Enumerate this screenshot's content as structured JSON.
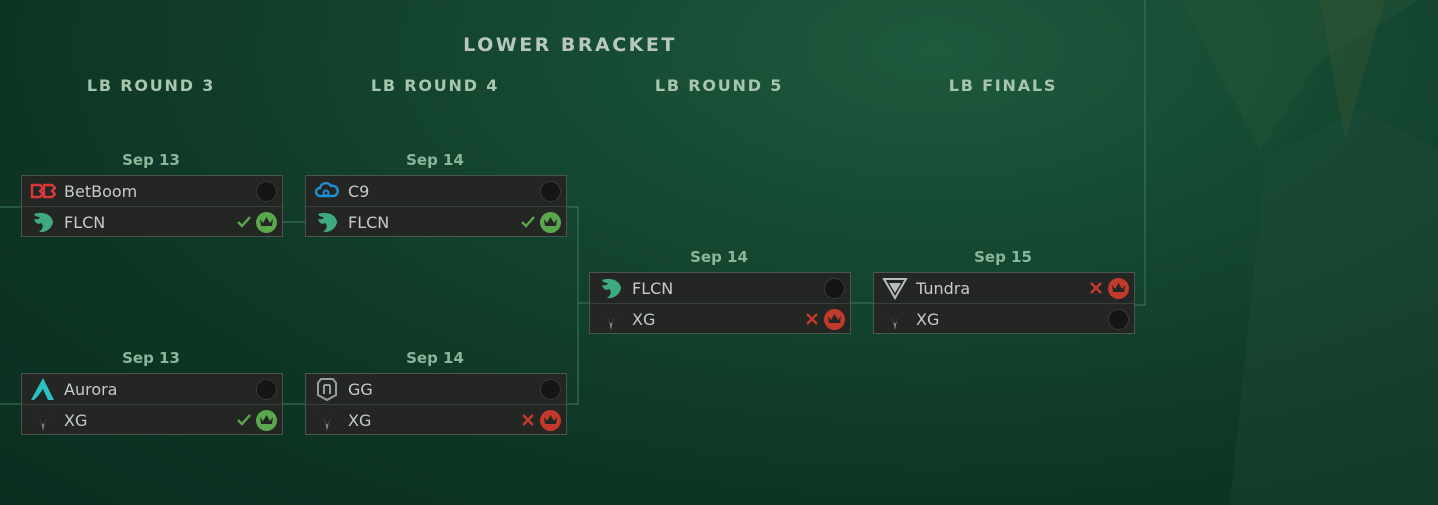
{
  "bracket": {
    "title": "LOWER BRACKET",
    "rounds": [
      {
        "label": "LB ROUND 3"
      },
      {
        "label": "LB ROUND 4"
      },
      {
        "label": "LB ROUND 5"
      },
      {
        "label": "LB FINALS"
      }
    ]
  },
  "matches": {
    "r3_top": {
      "date": "Sep 13",
      "team1": {
        "name": "BetBoom",
        "logo": "betboom-logo",
        "result": "none"
      },
      "team2": {
        "name": "FLCN",
        "logo": "falcons-logo",
        "result": "win"
      }
    },
    "r3_bottom": {
      "date": "Sep 13",
      "team1": {
        "name": "Aurora",
        "logo": "aurora-logo",
        "result": "none"
      },
      "team2": {
        "name": "XG",
        "logo": "xg-logo",
        "result": "win"
      }
    },
    "r4_top": {
      "date": "Sep 14",
      "team1": {
        "name": "C9",
        "logo": "cloud9-logo",
        "result": "none"
      },
      "team2": {
        "name": "FLCN",
        "logo": "falcons-logo",
        "result": "win"
      }
    },
    "r4_bottom": {
      "date": "Sep 14",
      "team1": {
        "name": "GG",
        "logo": "gaimin-gladiators-logo",
        "result": "none"
      },
      "team2": {
        "name": "XG",
        "logo": "xg-logo",
        "result": "loss"
      }
    },
    "r5": {
      "date": "Sep 14",
      "team1": {
        "name": "FLCN",
        "logo": "falcons-logo",
        "result": "none"
      },
      "team2": {
        "name": "XG",
        "logo": "xg-logo",
        "result": "loss"
      }
    },
    "finals": {
      "date": "Sep 15",
      "team1": {
        "name": "Tundra",
        "logo": "tundra-logo",
        "result": "loss"
      },
      "team2": {
        "name": "XG",
        "logo": "xg-logo",
        "result": "none"
      }
    }
  },
  "colors": {
    "win": "#5aa84c",
    "loss": "#c23a2b",
    "heading": "#a8c5ae",
    "connector": "#3f7a5a"
  }
}
